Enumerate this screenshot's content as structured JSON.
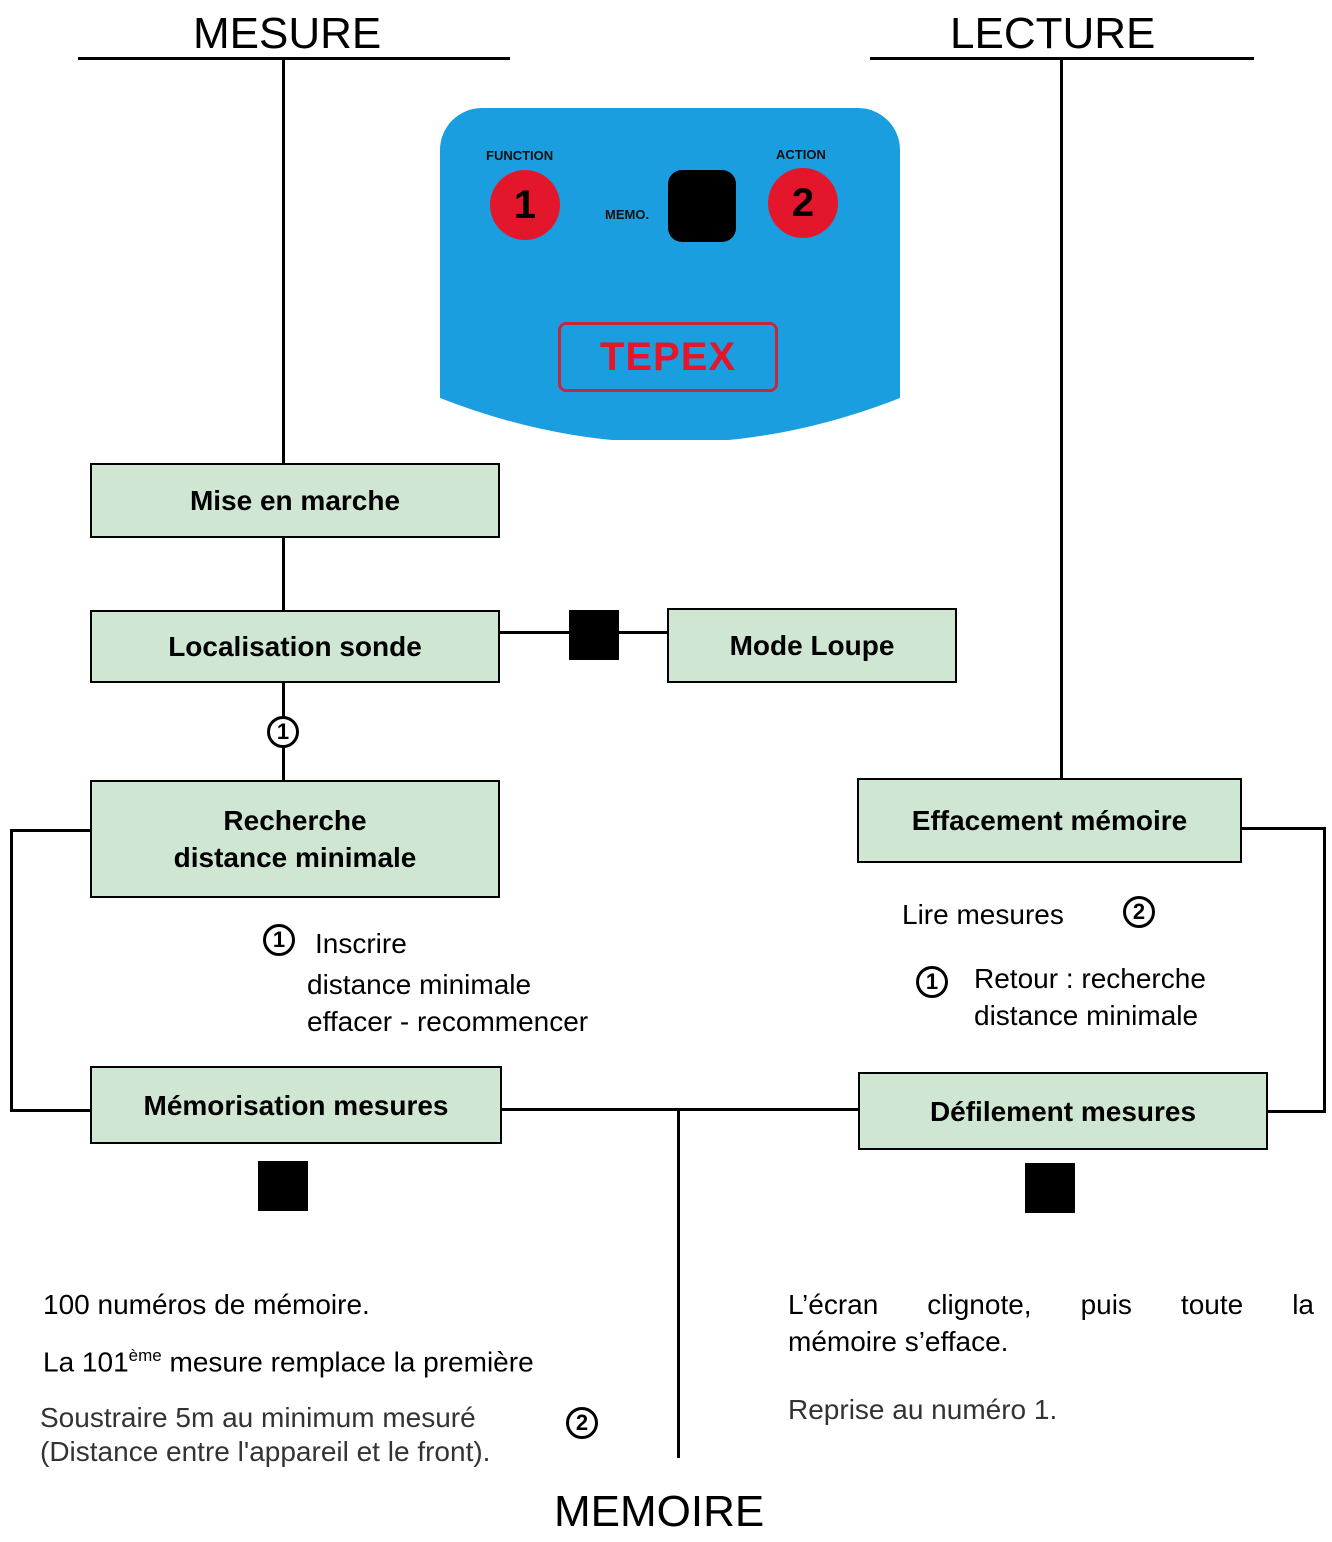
{
  "headings": {
    "mesure": "MESURE",
    "lecture": "LECTURE",
    "memoire": "MEMOIRE"
  },
  "device": {
    "function_label": "FUNCTION",
    "action_label": "ACTION",
    "memo_label": "MEMO.",
    "button1": "1",
    "button2": "2",
    "logo": "TEPEX",
    "colors": {
      "body": "#1b9ee0",
      "buttons": "#e3162b",
      "logo": "#e3162b"
    }
  },
  "boxes": {
    "mise_en_marche": "Mise en marche",
    "localisation_sonde": "Localisation sonde",
    "mode_loupe": "Mode Loupe",
    "recherche_line1": "Recherche",
    "recherche_line2": "distance minimale",
    "memorisation": "Mémorisation mesures",
    "effacement": "Effacement mémoire",
    "defilement": "Défilement mesures",
    "color": "#cfe6d3"
  },
  "markers": {
    "one": "1",
    "two": "2"
  },
  "annotations": {
    "inscrire": "Inscrire",
    "distance_minimale": "distance minimale",
    "effacer": "effacer - recommencer",
    "lire_mesures": "Lire mesures",
    "retour_line1": "Retour : recherche",
    "retour_line2": "distance minimale"
  },
  "notes_left": {
    "memory_count": "100 numéros de mémoire.",
    "replace_prefix": "La 101",
    "replace_sup": "ème",
    "replace_suffix": " mesure remplace la première",
    "subtract_line1": "Soustraire 5m au minimum mesuré",
    "subtract_line2": "(Distance entre l'appareil et le front)."
  },
  "notes_right": {
    "blink_line1_words": [
      "L’écran",
      "clignote,",
      "puis",
      "toute",
      "la"
    ],
    "blink_line2": "mémoire s’efface.",
    "reprise": "Reprise au numéro 1."
  }
}
